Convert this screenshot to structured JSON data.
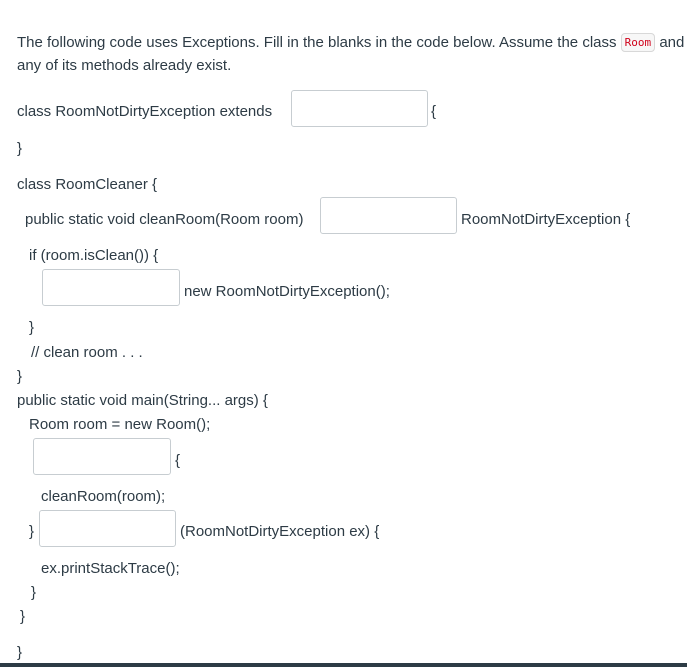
{
  "intro": {
    "before_code": "The following code uses Exceptions. Fill in the blanks in the code below. Assume the class",
    "code_name": "Room",
    "after_code": "and any of its methods already exist."
  },
  "code": {
    "line_class_decl": "class RoomNotDirtyException extends",
    "brace_open": "{",
    "brace_close": "}",
    "line_cleaner_decl": "class RoomCleaner {",
    "line_cleanroom_sig": "public static void cleanRoom(Room room)",
    "line_cleanroom_tail": "RoomNotDirtyException {",
    "line_if": "if (room.isClean()) {",
    "line_new_exception": "new RoomNotDirtyException();",
    "line_clean_comment": "// clean room . . .",
    "line_main_sig": "public static void main(String... args) {",
    "line_room_new": "Room room = new Room();",
    "line_call_clean": "cleanRoom(room);",
    "line_catch_tail": "(RoomNotDirtyException ex) {",
    "line_print": "ex.printStackTrace();"
  },
  "blanks": {
    "extends_value": "",
    "throws_value": "",
    "throw_value": "",
    "try_value": "",
    "catch_value": ""
  }
}
